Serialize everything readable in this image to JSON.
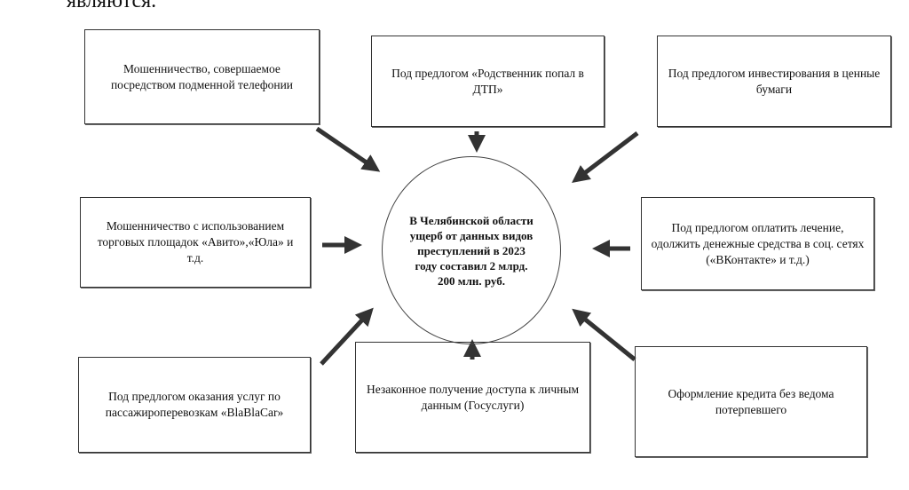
{
  "header_fragment": "являются.",
  "center": "В Челябинской области ущерб от данных видов преступлений в 2023 году составил 2 млрд. 200 млн. руб.",
  "boxes": [
    "Мошенничество, совершаемое посредством подменной телефонии",
    "Под предлогом «Родственник попал в ДТП»",
    "Под предлогом инвестирования в ценные бумаги",
    "Мошенничество с использованием торговых площадок «Авито»,«Юла» и т.д.",
    "Под предлогом оплатить лечение, одолжить денежные средства в соц. сетях («ВКонтакте» и т.д.)",
    "Под предлогом оказания услуг по пассажироперевозкам «BlaBlaCar»",
    "Незаконное получение доступа к личным данным (Госуслуги)",
    "Оформление кредита без ведома потерпевшего"
  ]
}
